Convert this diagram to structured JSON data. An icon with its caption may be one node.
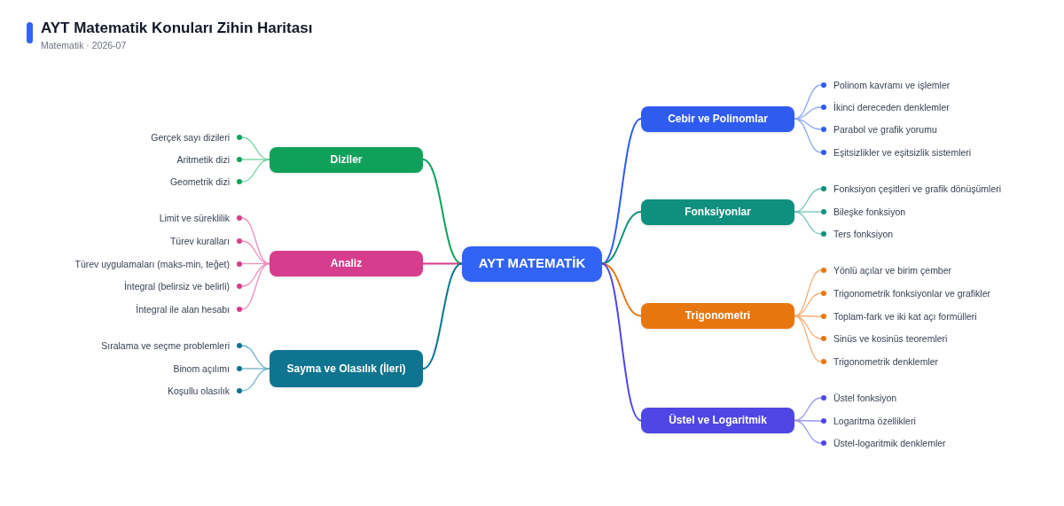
{
  "diagram": {
    "title": "AYT Matematik Konuları Zihin Haritası",
    "nodes": [
      {
        "text": [
          "AYT MATEMATİK"
        ]
      },
      {
        "text": [
          "Diziler"
        ]
      },
      {
        "text": [
          "Gerçek sayı dizileri"
        ]
      },
      {
        "text": [
          "Aritmetik dizi"
        ]
      },
      {
        "text": [
          "Geometrik dizi"
        ]
      },
      {
        "text": [
          "Analiz"
        ]
      },
      {
        "text": [
          "Limit ve süreklilik"
        ]
      },
      {
        "text": [
          "Türev kuralları"
        ]
      },
      {
        "text": [
          "Türev uygulamaları (maks-min, teğet)"
        ]
      },
      {
        "text": [
          "İntegral (belirsiz ve belirli)"
        ]
      },
      {
        "text": [
          "İntegral ile alan hesabı"
        ]
      },
      {
        "text": [
          "Sayma ve Olasılık (İleri)"
        ]
      },
      {
        "text": [
          "Sıralama ve seçme problemleri"
        ]
      },
      {
        "text": [
          "Binom açılımı"
        ]
      },
      {
        "text": [
          "Koşullu olasılık"
        ]
      },
      {
        "text": [
          "Cebir ve Polinomlar"
        ]
      },
      {
        "text": [
          "Polinom kavramı ve işlemler"
        ]
      },
      {
        "text": [
          "İkinci dereceden denklemler"
        ]
      },
      {
        "text": [
          "Parabol ve grafik yorumu"
        ]
      },
      {
        "text": [
          "Eşitsizlikler ve eşitsizlik sistemleri"
        ]
      },
      {
        "text": [
          "Fonksiyonlar"
        ]
      },
      {
        "text": [
          "Fonksiyon çeşitleri ve grafik dönüşümleri"
        ]
      },
      {
        "text": [
          "Bileşke fonksiyon"
        ]
      },
      {
        "text": [
          "Ters fonksiyon"
        ]
      },
      {
        "text": [
          "Trigonometri"
        ]
      },
      {
        "text": [
          "Yönlü açılar ve birim çember"
        ]
      },
      {
        "text": [
          "Trigonometrik fonksiyonlar ve grafikler"
        ]
      },
      {
        "text": [
          "Toplam-fark ve iki kat açı formülleri"
        ]
      },
      {
        "text": [
          "Sinüs ve kosinüs teoremleri"
        ]
      },
      {
        "text": [
          "Trigonometrik denklemler"
        ]
      },
      {
        "text": [
          "Üstel ve Logaritmik"
        ]
      },
      {
        "text": [
          "Üstel fonksiyon"
        ]
      },
      {
        "text": [
          "Logaritma özellikleri"
        ]
      },
      {
        "text": [
          "Üstel-logaritmik denklemler"
        ]
      }
    ],
    "edges": [
      {
        "from": 0,
        "to": 1,
        "arrow": "none",
        "color": "#0fa15a"
      },
      {
        "from": 1,
        "to": 2,
        "arrow": "none",
        "color": "#6fcf9c"
      },
      {
        "from": 1,
        "to": 3,
        "arrow": "none",
        "color": "#6fcf9c"
      },
      {
        "from": 1,
        "to": 4,
        "arrow": "none",
        "color": "#6fcf9c"
      },
      {
        "from": 0,
        "to": 5,
        "arrow": "none",
        "color": "#d63d8c"
      },
      {
        "from": 5,
        "to": 6,
        "arrow": "none",
        "color": "#ec8fbd"
      },
      {
        "from": 5,
        "to": 7,
        "arrow": "none",
        "color": "#ec8fbd"
      },
      {
        "from": 5,
        "to": 8,
        "arrow": "none",
        "color": "#ec8fbd"
      },
      {
        "from": 5,
        "to": 9,
        "arrow": "none",
        "color": "#ec8fbd"
      },
      {
        "from": 5,
        "to": 10,
        "arrow": "none",
        "color": "#ec8fbd"
      },
      {
        "from": 0,
        "to": 11,
        "arrow": "none",
        "color": "#0e7490"
      },
      {
        "from": 11,
        "to": 12,
        "arrow": "none",
        "color": "#6fb1c4"
      },
      {
        "from": 11,
        "to": 13,
        "arrow": "none",
        "color": "#6fb1c4"
      },
      {
        "from": 11,
        "to": 14,
        "arrow": "none",
        "color": "#6fb1c4"
      },
      {
        "from": 0,
        "to": 15,
        "arrow": "none",
        "color": "#2f5bf0"
      },
      {
        "from": 15,
        "to": 16,
        "arrow": "none",
        "color": "#8da6f7"
      },
      {
        "from": 15,
        "to": 17,
        "arrow": "none",
        "color": "#8da6f7"
      },
      {
        "from": 15,
        "to": 18,
        "arrow": "none",
        "color": "#8da6f7"
      },
      {
        "from": 15,
        "to": 19,
        "arrow": "none",
        "color": "#8da6f7"
      },
      {
        "from": 0,
        "to": 20,
        "arrow": "none",
        "color": "#0f8f7e"
      },
      {
        "from": 20,
        "to": 21,
        "arrow": "none",
        "color": "#74c4b8"
      },
      {
        "from": 20,
        "to": 22,
        "arrow": "none",
        "color": "#74c4b8"
      },
      {
        "from": 20,
        "to": 23,
        "arrow": "none",
        "color": "#74c4b8"
      },
      {
        "from": 0,
        "to": 24,
        "arrow": "none",
        "color": "#e8760f"
      },
      {
        "from": 24,
        "to": 25,
        "arrow": "none",
        "color": "#f2b078"
      },
      {
        "from": 24,
        "to": 26,
        "arrow": "none",
        "color": "#f2b078"
      },
      {
        "from": 24,
        "to": 27,
        "arrow": "none",
        "color": "#f2b078"
      },
      {
        "from": 24,
        "to": 28,
        "arrow": "none",
        "color": "#f2b078"
      },
      {
        "from": 24,
        "to": 29,
        "arrow": "none",
        "color": "#f2b078"
      },
      {
        "from": 0,
        "to": 30,
        "arrow": "none",
        "color": "#4f46e5"
      },
      {
        "from": 30,
        "to": 31,
        "arrow": "none",
        "color": "#9d98f0"
      },
      {
        "from": 30,
        "to": 32,
        "arrow": "none",
        "color": "#9d98f0"
      },
      {
        "from": 30,
        "to": 33,
        "arrow": "none",
        "color": "#9d98f0"
      }
    ],
    "labels": [
      "Matematik · 2026-07"
    ]
  }
}
